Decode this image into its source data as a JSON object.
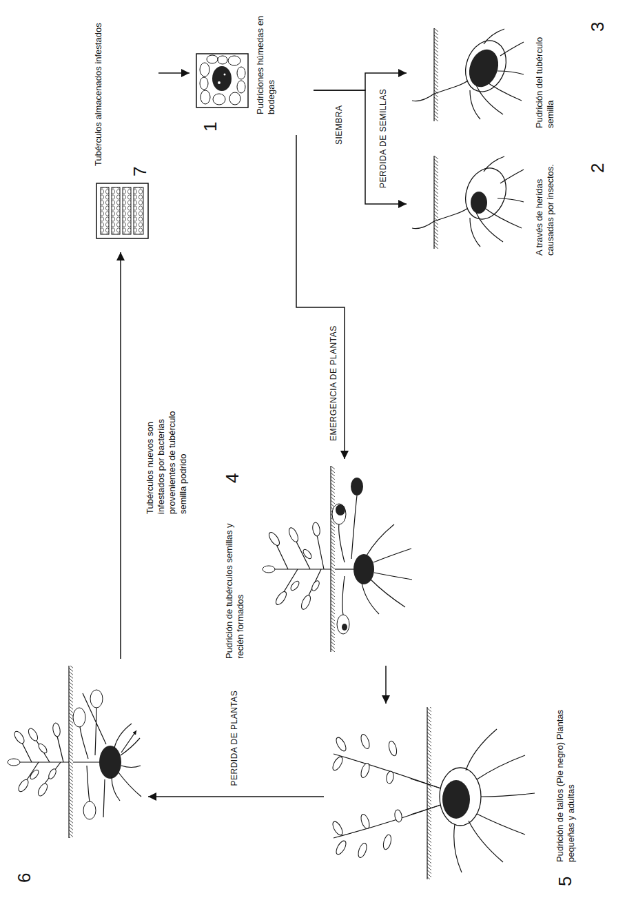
{
  "diagram": {
    "nodes": [
      {
        "text": [
          "1",
          "Pudriciones húmedas en bodegas"
        ]
      },
      {
        "text": [
          "2",
          "A través de heridas causadas por insectos."
        ]
      },
      {
        "text": [
          "3",
          "Pudrición del tubérculo semilla"
        ]
      },
      {
        "text": [
          "4",
          "Pudrición de tubérculos semillas y recién formados"
        ]
      },
      {
        "text": [
          "5",
          "Pudrición de tallos (Pie negro) Plantas pequeñas y adultas"
        ]
      },
      {
        "text": [
          "6"
        ]
      },
      {
        "text": [
          "7",
          "Tubérculos almacenados infestados"
        ]
      }
    ],
    "edges": [
      {
        "from": 0,
        "to": 1,
        "arrow": "to",
        "label": "SIEMBRA"
      },
      {
        "from": 0,
        "to": 2,
        "arrow": "to"
      },
      {
        "from": 0,
        "to": 3,
        "arrow": "to",
        "label": "EMERGENCIA DE PLANTAS"
      },
      {
        "from": 3,
        "to": 4,
        "arrow": "to"
      },
      {
        "from": 4,
        "to": 5,
        "arrow": "to",
        "label": "PERDIDA DE PLANTAS"
      },
      {
        "from": 5,
        "to": 6,
        "arrow": "to",
        "label": "Tubérculos nuevos son infestados por bacterias provenientes de tubérculo semilla podrido"
      },
      {
        "from": 6,
        "to": 0,
        "arrow": "to"
      }
    ],
    "labels": [
      "PERDIDA DE SEMILLAS"
    ]
  }
}
